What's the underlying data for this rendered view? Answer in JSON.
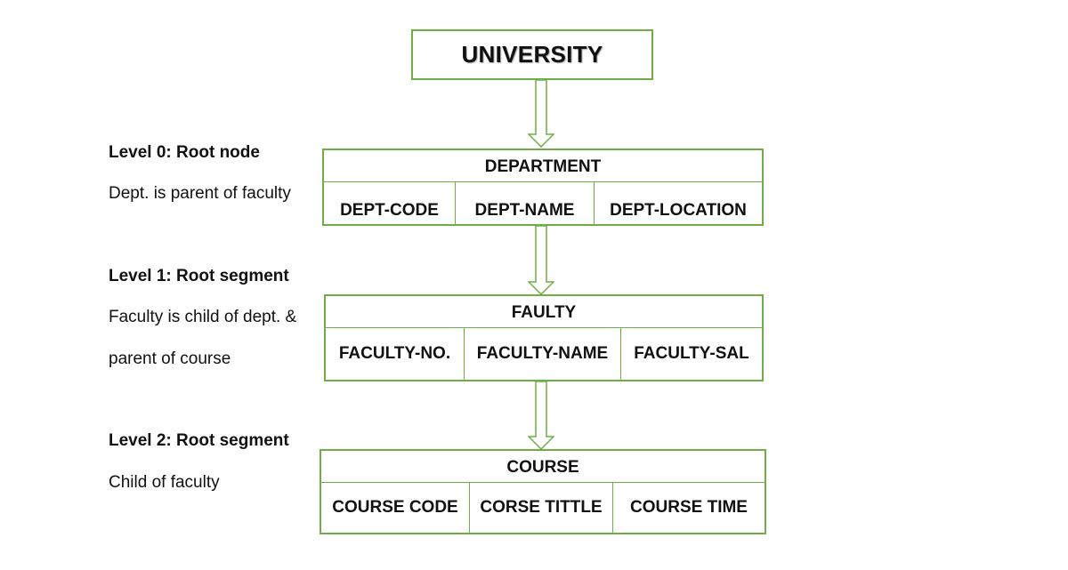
{
  "root": {
    "label": "UNIVERSITY"
  },
  "segments": [
    {
      "title": "DEPARTMENT",
      "fields": [
        "DEPT-CODE",
        "DEPT-NAME",
        "DEPT-LOCATION"
      ]
    },
    {
      "title": "FAULTY",
      "fields": [
        "FACULTY-NO.",
        "FACULTY-NAME",
        "FACULTY-SAL"
      ]
    },
    {
      "title": "COURSE",
      "fields": [
        "COURSE CODE",
        "CORSE TITTLE",
        "COURSE TIME"
      ]
    }
  ],
  "levels": [
    {
      "heading": "Level 0: Root node",
      "lines": [
        "Dept. is parent of faculty"
      ]
    },
    {
      "heading": "Level 1: Root segment",
      "lines": [
        "Faculty is child of dept. &",
        "parent of course"
      ]
    },
    {
      "heading": "Level 2: Root segment",
      "lines": [
        "Child of faculty"
      ]
    }
  ],
  "colors": {
    "border": "#70ad47",
    "text": "#111111"
  }
}
